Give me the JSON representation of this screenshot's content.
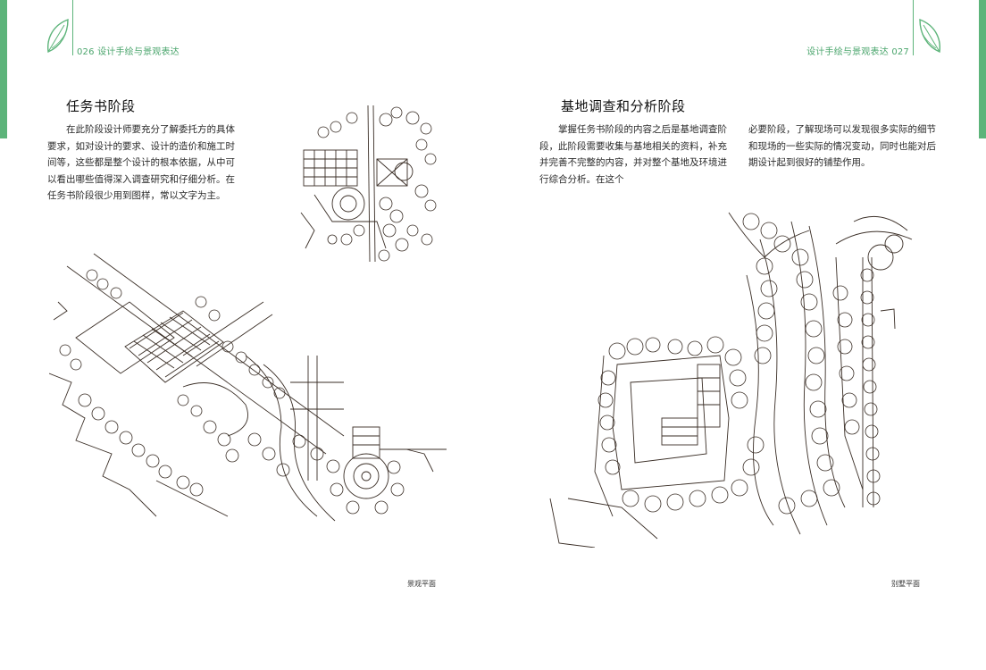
{
  "left_page": {
    "header": {
      "page_number": "026",
      "running_title": "设计手绘与景观表达"
    },
    "section_title": "任务书阶段",
    "body_text": "在此阶段设计师要充分了解委托方的具体要求，如对设计的要求、设计的造价和施工时间等，这些都是整个设计的根本依据，从中可以看出哪些值得深入调查研究和仔细分析。在任务书阶段很少用到图样，常以文字为主。",
    "caption": "景观平面"
  },
  "right_page": {
    "header": {
      "page_number": "027",
      "running_title": "设计手绘与景观表达"
    },
    "section_title": "基地调查和分析阶段",
    "body_text_col1": "掌握任务书阶段的内容之后是基地调查阶段，此阶段需要收集与基地相关的资料，补充并完善不完整的内容，并对整个基地及环境进行综合分析。在这个",
    "body_text_col2": "必要阶段，了解现场可以发现很多实际的细节和现场的一些实际的情况变动，同时也能对后期设计起到很好的铺垫作用。",
    "caption": "别墅平面"
  },
  "colors": {
    "accent_green": "#5db47a",
    "sketch_ink": "#3a2e26"
  }
}
